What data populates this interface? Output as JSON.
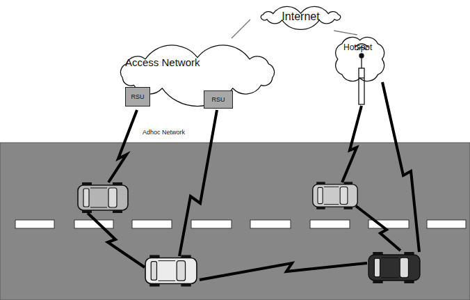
{
  "diagram": {
    "nodes": [
      {
        "text": [
          "Internet"
        ]
      },
      {
        "text": [
          "Access Network"
        ]
      },
      {
        "text": [
          "RSU"
        ],
        "in": 1
      },
      {
        "text": [
          "RSU"
        ],
        "in": 1
      },
      {
        "text": [
          "Hotspot"
        ]
      }
    ],
    "edges": [
      {
        "from": 0,
        "to": 1,
        "arrow": "none"
      },
      {
        "from": 0,
        "to": 4,
        "arrow": "none"
      }
    ],
    "labels": [
      "Adhoc Network"
    ]
  }
}
